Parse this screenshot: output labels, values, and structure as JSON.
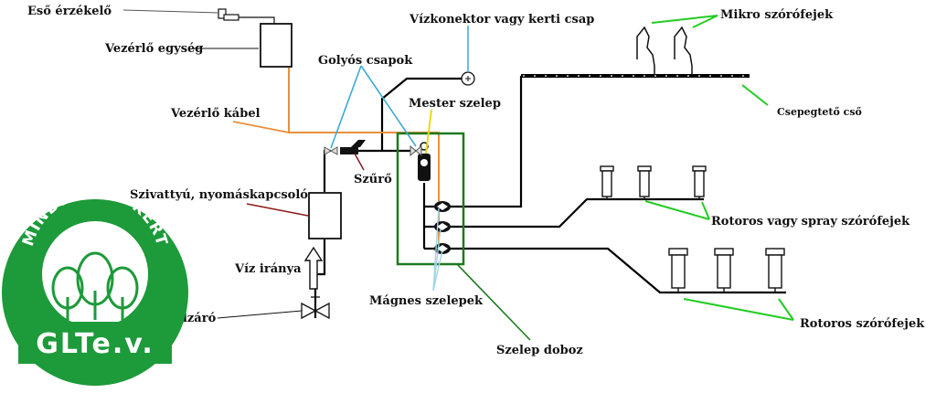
{
  "labels": {
    "rain_sensor": "Eső érzékelő",
    "controller": "Vezérlő egység",
    "ball_valves": "Golyós csapok",
    "water_connector": "Vízkonektor vagy kerti csap",
    "micro_sprinklers": "Mikro szórófejek",
    "master_valve": "Mester szelep",
    "control_cable": "Vezérlő kábel",
    "drip": "Csepegtető cső",
    "filter": "Szűrő",
    "pump": "Szivattyú, nyomáskapcsoló",
    "rotor_or_spray": "Rotoros vagy spray szórófejek",
    "water_direction": "Víz iránya",
    "main_shutoff": "Fő elzáró",
    "solenoid_valves": "Mágnes szelepek",
    "rotor_sprinklers": "Rotoros szórófejek",
    "valve_box": "Szelep doboz"
  },
  "logo": {
    "arc_text": "MINDEN AMI KERT",
    "org": "GLTe.v."
  },
  "colors": {
    "pipe": "#000000",
    "cable": "#e8903c",
    "leader_blue": "#3ea9d6",
    "leader_green": "#22cc22",
    "valve_box": "#1e7a1e",
    "master_leader": "#e8d81a",
    "pump_leader": "#8b1a1a",
    "logo_green": "#1d9a3a"
  }
}
